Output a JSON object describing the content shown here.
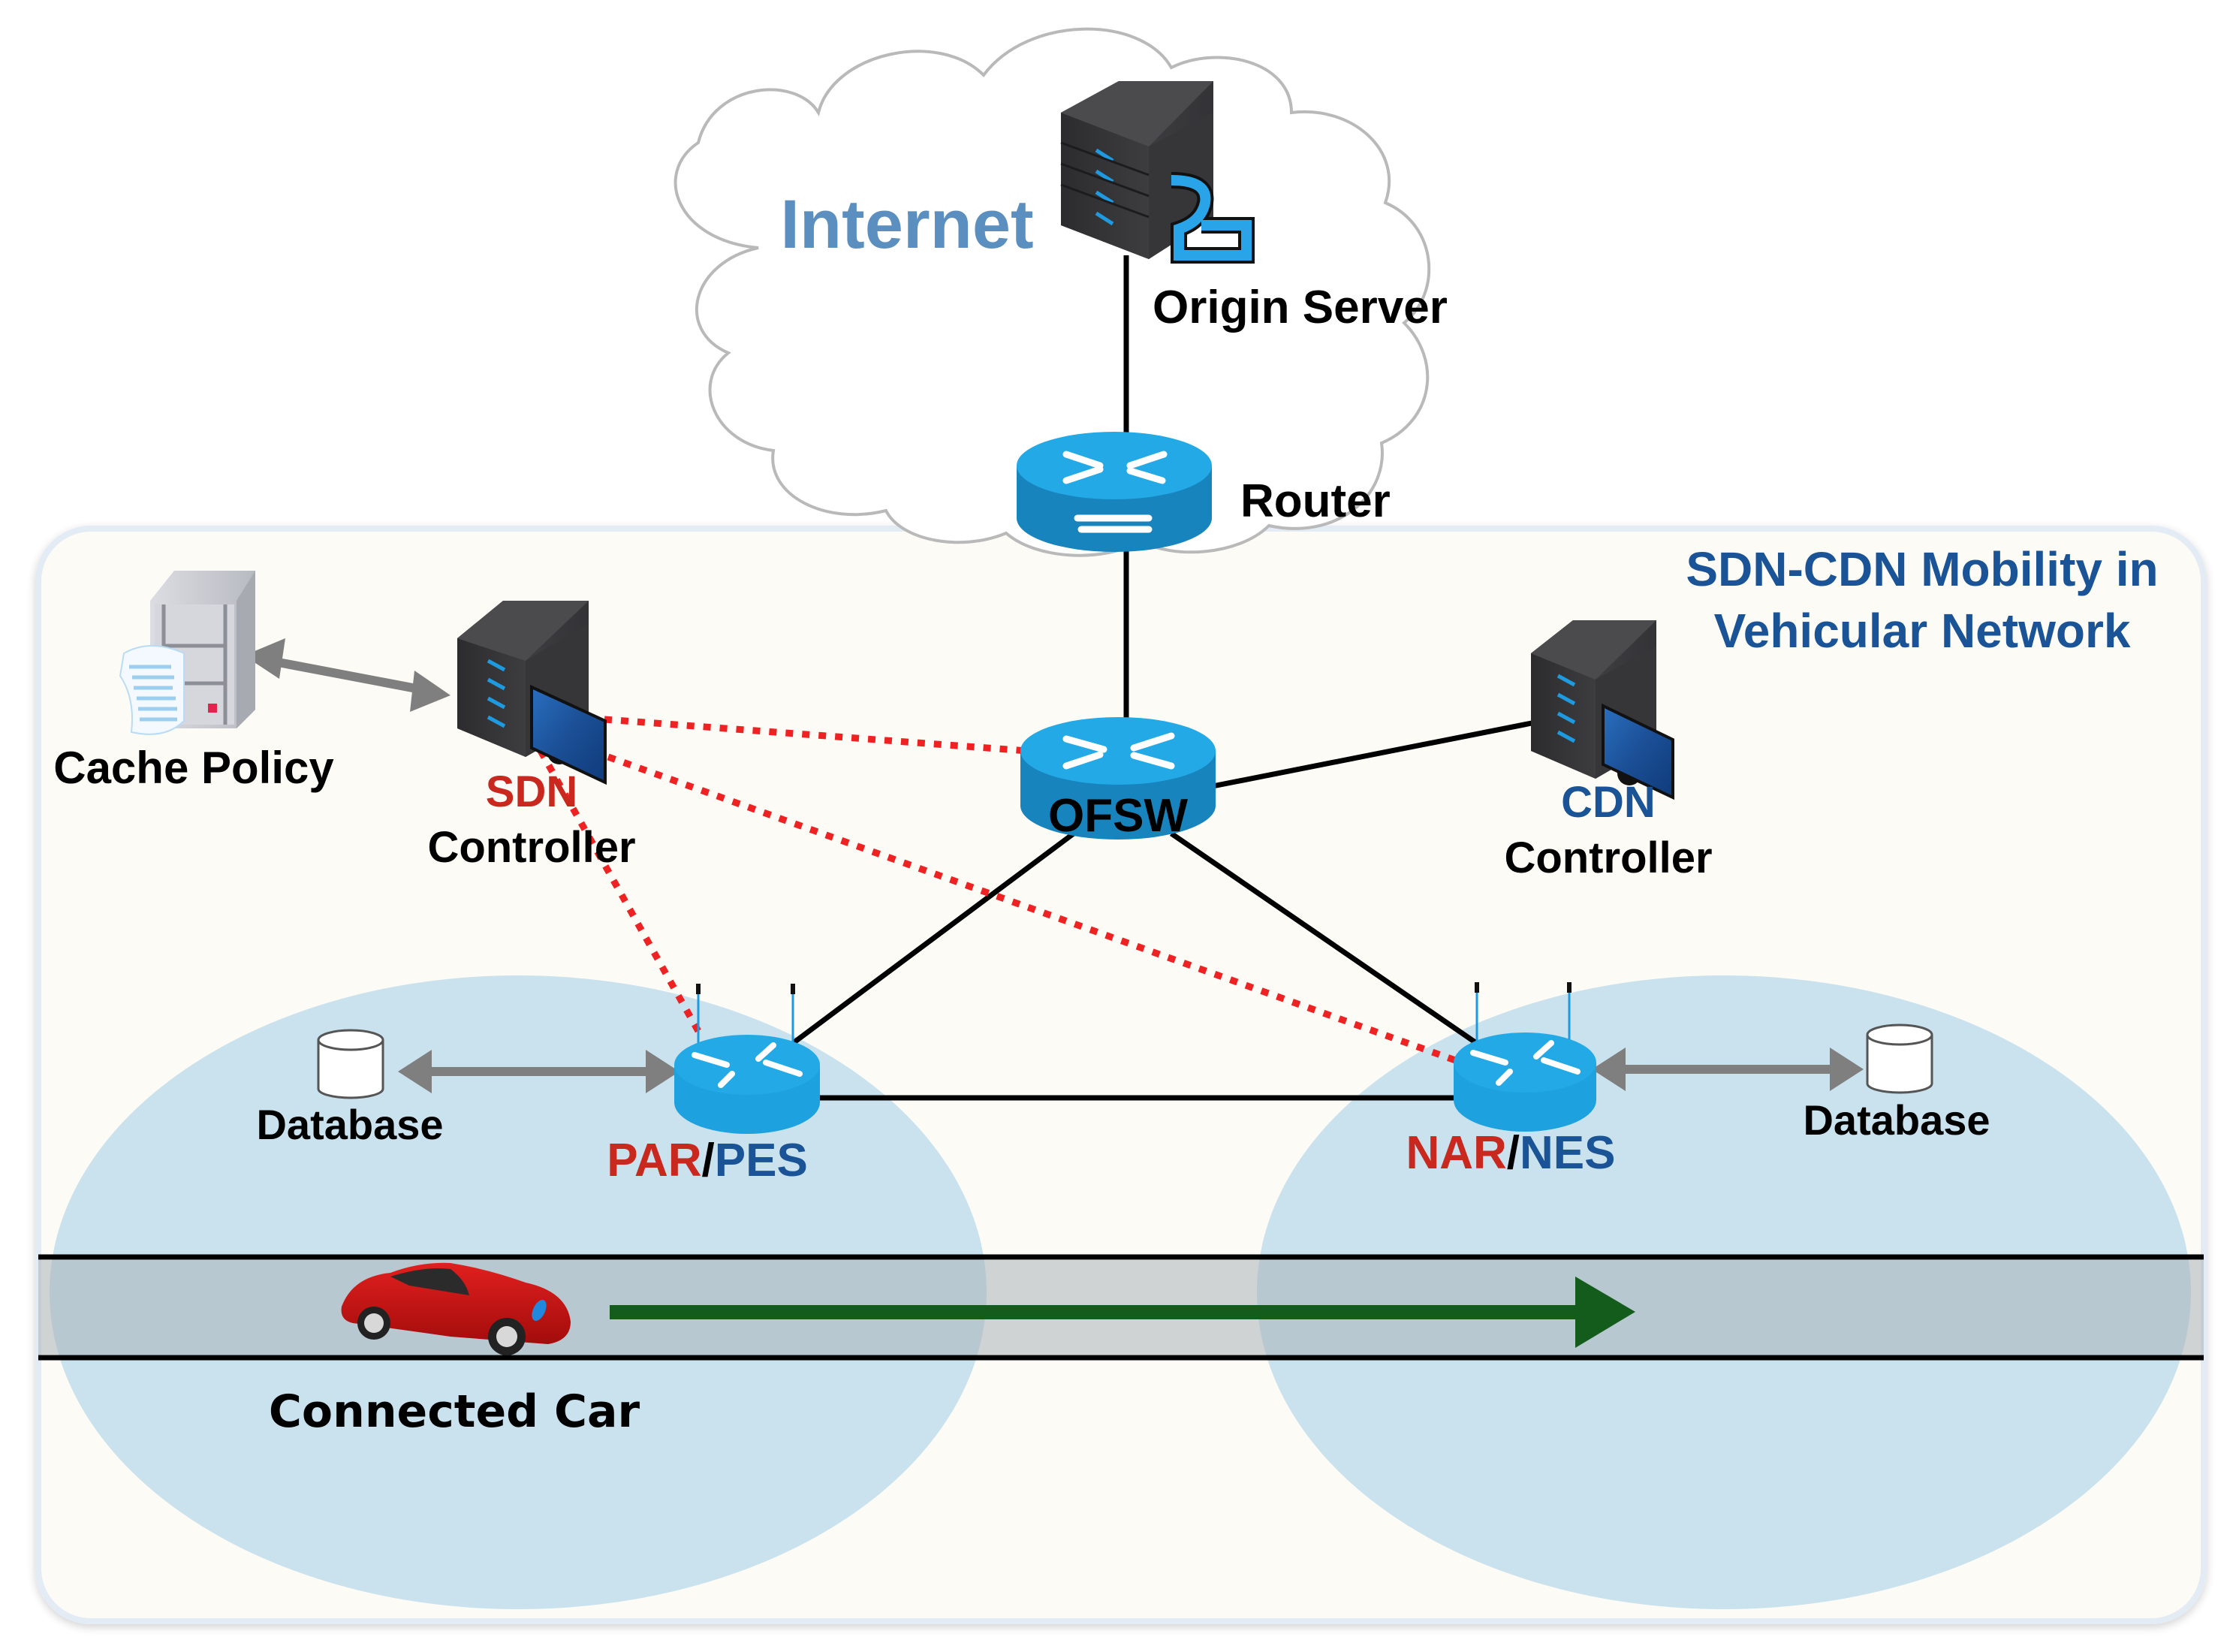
{
  "diagram": {
    "title_line1": "SDN-CDN Mobility in",
    "title_line2": "Vehicular Network",
    "internet_label": "Internet",
    "nodes": {
      "origin_server": {
        "label": "Origin Server",
        "icon": "server-with-video-icon"
      },
      "router": {
        "label": "Router",
        "icon": "router-icon"
      },
      "ofsw": {
        "label": "OFSW",
        "icon": "openflow-switch-icon"
      },
      "cache_policy": {
        "label": "Cache Policy",
        "icon": "policy-server-icon"
      },
      "sdn_controller": {
        "label_top": "SDN",
        "label_bottom": "Controller",
        "icon": "controller-server-icon"
      },
      "cdn_controller": {
        "label_top": "CDN",
        "label_bottom": "Controller",
        "icon": "controller-server-icon"
      },
      "par_pes": {
        "label_red": "PAR",
        "separator": "/",
        "label_blue": "PES",
        "icon": "wireless-router-icon"
      },
      "nar_nes": {
        "label_red": "NAR",
        "separator": "/",
        "label_blue": "NES",
        "icon": "wireless-router-icon"
      },
      "database_left": {
        "label": "Database",
        "icon": "database-icon"
      },
      "database_right": {
        "label": "Database",
        "icon": "database-icon"
      },
      "connected_car": {
        "label": "Connected Car",
        "icon": "car-icon"
      }
    },
    "links": [
      {
        "from": "origin_server",
        "to": "router",
        "style": "solid"
      },
      {
        "from": "router",
        "to": "ofsw",
        "style": "solid"
      },
      {
        "from": "ofsw",
        "to": "cdn_controller",
        "style": "solid"
      },
      {
        "from": "ofsw",
        "to": "par_pes",
        "style": "solid"
      },
      {
        "from": "ofsw",
        "to": "nar_nes",
        "style": "solid"
      },
      {
        "from": "par_pes",
        "to": "nar_nes",
        "style": "solid"
      },
      {
        "from": "sdn_controller",
        "to": "ofsw",
        "style": "dotted-red"
      },
      {
        "from": "sdn_controller",
        "to": "nar_nes",
        "style": "dotted-red"
      },
      {
        "from": "sdn_controller",
        "to": "par_pes",
        "style": "dotted-red"
      },
      {
        "from": "cache_policy",
        "to": "sdn_controller",
        "style": "double-arrow-gray"
      },
      {
        "from": "database_left",
        "to": "par_pes",
        "style": "double-arrow-gray"
      },
      {
        "from": "nar_nes",
        "to": "database_right",
        "style": "double-arrow-gray"
      }
    ],
    "movement": {
      "direction": "left-to-right",
      "arrow_color": "#145c1c"
    },
    "colors": {
      "title_blue": "#1a5496",
      "internet_blue": "#5b8fbf",
      "sdn_red": "#c8281e",
      "device_blue": "#1ea5e0",
      "coverage_fill": "#c9e2ee",
      "panel_fill": "#fdfbf5",
      "control_link_red": "#ee2222"
    }
  }
}
